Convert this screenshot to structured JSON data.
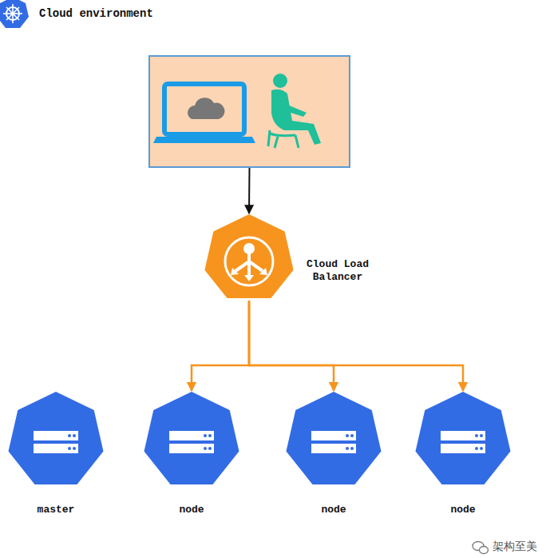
{
  "diagram": {
    "title": "Cloud environment",
    "nodes": [
      {
        "text": []
      },
      {
        "text": [
          "Cloud Load Balancer"
        ]
      },
      {
        "text": [
          "master"
        ]
      },
      {
        "text": [
          "node"
        ]
      },
      {
        "text": [
          "node"
        ]
      },
      {
        "text": [
          "node"
        ]
      }
    ],
    "edges": [
      {
        "from": 0,
        "to": 1,
        "arrow": "to"
      },
      {
        "from": 1,
        "to": 3,
        "arrow": "to"
      },
      {
        "from": 1,
        "to": 4,
        "arrow": "to"
      },
      {
        "from": 1,
        "to": 5,
        "arrow": "to"
      }
    ],
    "labels": [
      "架构至美"
    ]
  }
}
